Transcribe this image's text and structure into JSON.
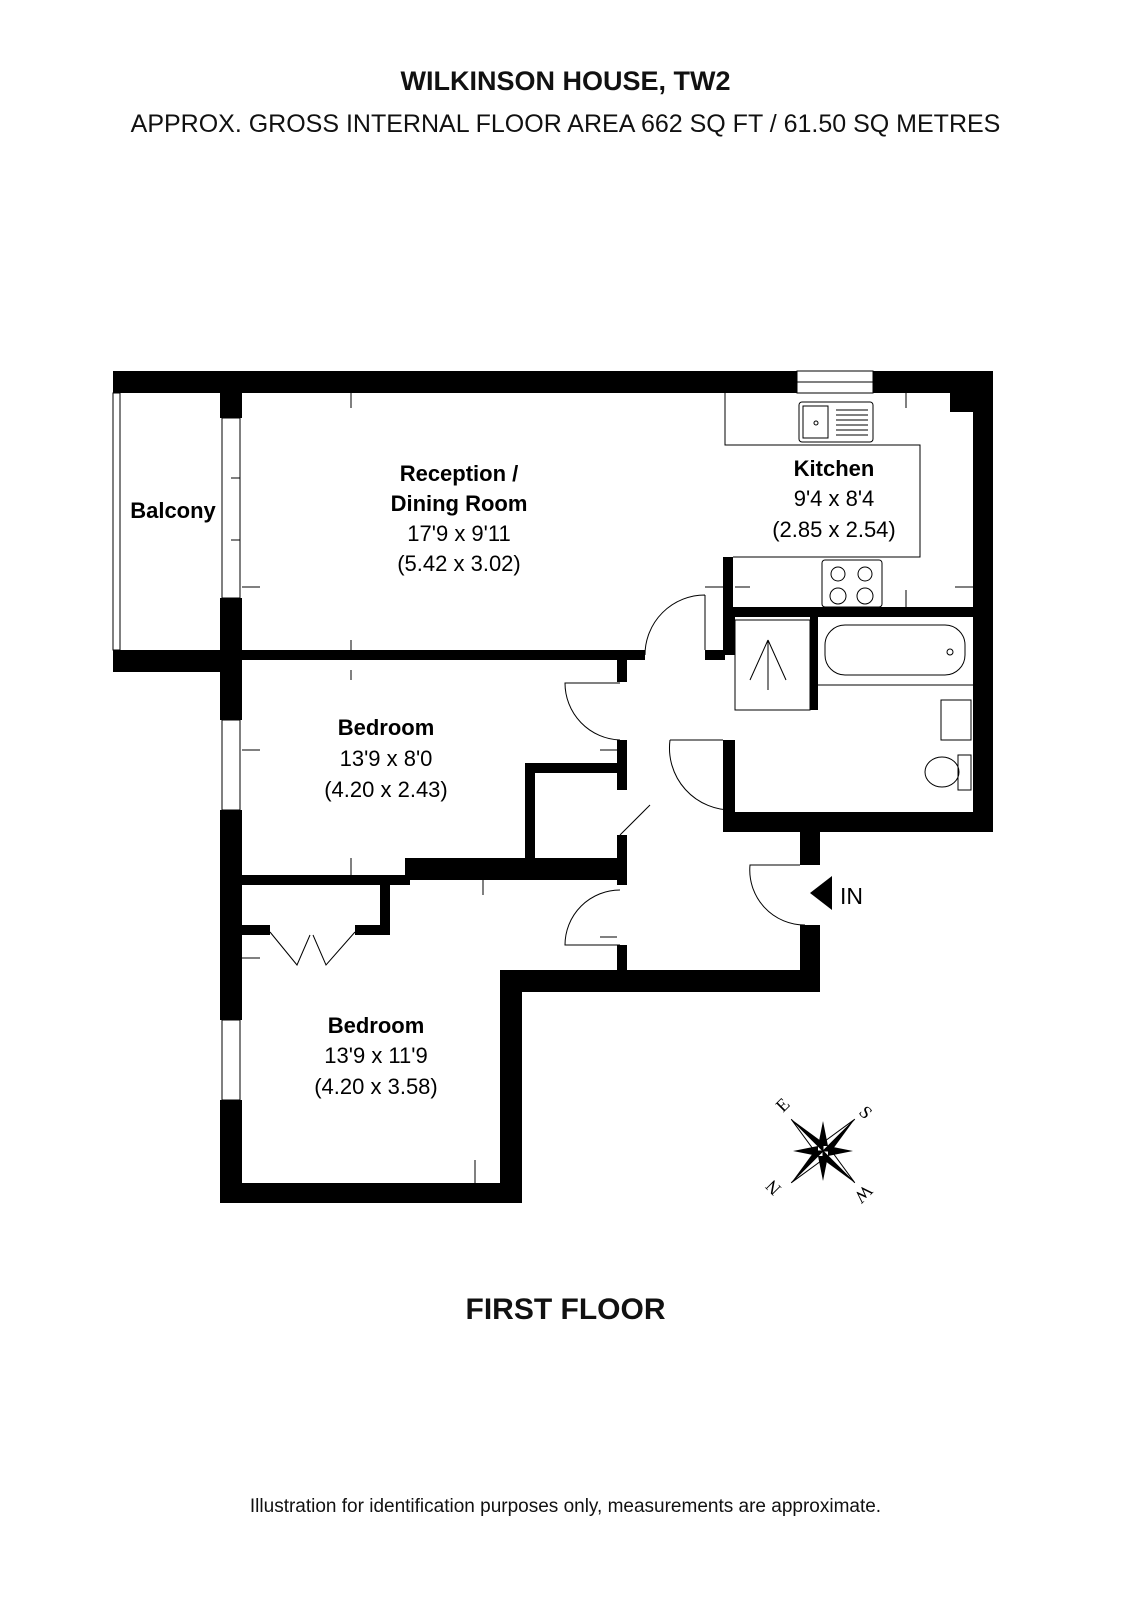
{
  "header": {
    "title": "WILKINSON HOUSE, TW2",
    "subtitle": "APPROX. GROSS INTERNAL FLOOR AREA 662 SQ FT / 61.50 SQ METRES"
  },
  "rooms": {
    "balcony": {
      "name": "Balcony"
    },
    "reception": {
      "name1": "Reception /",
      "name2": "Dining Room",
      "imperial": "17'9 x 9'11",
      "metric": "(5.42 x 3.02)"
    },
    "kitchen": {
      "name": "Kitchen",
      "imperial": "9'4 x 8'4",
      "metric": "(2.85 x 2.54)"
    },
    "bedroom1": {
      "name": "Bedroom",
      "imperial": "13'9 x 8'0",
      "metric": "(4.20 x 2.43)"
    },
    "bedroom2": {
      "name": "Bedroom",
      "imperial": "13'9 x 11'9",
      "metric": "(4.20 x 3.58)"
    }
  },
  "entrance": {
    "label": "IN"
  },
  "compass": {
    "n": "N",
    "e": "E",
    "s": "S",
    "w": "W"
  },
  "floor_label": "FIRST FLOOR",
  "disclaimer": "Illustration for identification purposes only, measurements are approximate."
}
